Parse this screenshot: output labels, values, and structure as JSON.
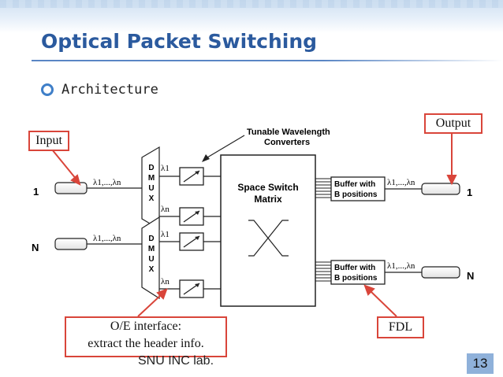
{
  "slide": {
    "title": "Optical Packet Switching",
    "bullet": "Architecture",
    "footer": "SNU INC lab.",
    "page_number": "13"
  },
  "diagram": {
    "converters_label_1": "Tunable Wavelength",
    "converters_label_2": "Converters",
    "switch_label_1": "Space Switch",
    "switch_label_2": "Matrix",
    "buffer_label_1": "Buffer with",
    "buffer_label_2": "B positions",
    "demux_letters": [
      "D",
      "M",
      "U",
      "X"
    ],
    "input_top": "1",
    "input_bottom": "N",
    "output_top": "1",
    "output_bottom": "N",
    "wavelengths": "λ1,...,λn",
    "lambda_1": "λ1",
    "lambda_n": "λn"
  },
  "callouts": {
    "input": "Input",
    "output": "Output",
    "oe_line1": "O/E interface:",
    "oe_line2": "extract the header info.",
    "fdl": "FDL"
  },
  "colors": {
    "title": "#2b5a9e",
    "callout_border": "#d9453a",
    "arrow": "#d9453a",
    "page_badge": "#8fb1da"
  }
}
